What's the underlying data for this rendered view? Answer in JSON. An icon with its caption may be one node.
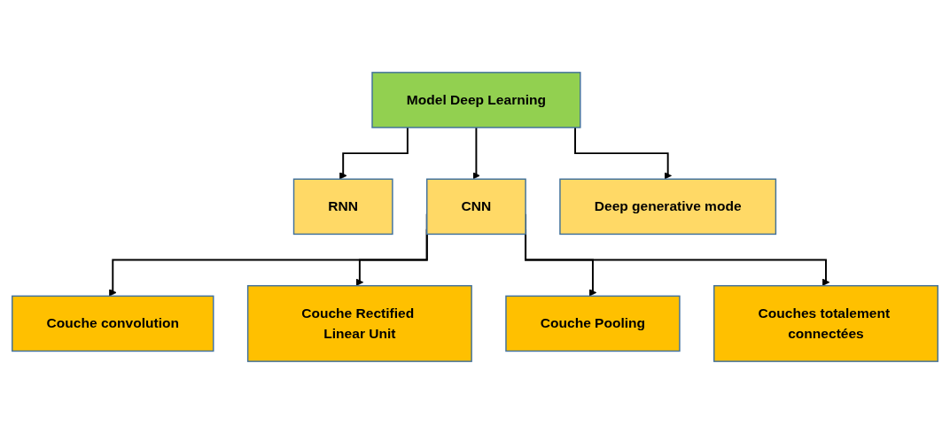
{
  "diagram": {
    "nodes": [
      {
        "text": [
          "Model Deep Learning"
        ]
      },
      {
        "text": [
          "RNN"
        ]
      },
      {
        "text": [
          "CNN"
        ]
      },
      {
        "text": [
          "Deep generative mode"
        ]
      },
      {
        "text": [
          "Couche convolution"
        ]
      },
      {
        "text": [
          "Couche Rectified Linear Unit"
        ]
      },
      {
        "text": [
          "Couche Pooling"
        ]
      },
      {
        "text": [
          "Couches totalement connectées"
        ]
      }
    ],
    "edges": [
      {
        "from": 0,
        "to": 1,
        "arrow": "to"
      },
      {
        "from": 0,
        "to": 2,
        "arrow": "to"
      },
      {
        "from": 0,
        "to": 3,
        "arrow": "to"
      },
      {
        "from": 2,
        "to": 4,
        "arrow": "to"
      },
      {
        "from": 2,
        "to": 5,
        "arrow": "to"
      },
      {
        "from": 2,
        "to": 6,
        "arrow": "to"
      },
      {
        "from": 2,
        "to": 7,
        "arrow": "to"
      }
    ]
  }
}
